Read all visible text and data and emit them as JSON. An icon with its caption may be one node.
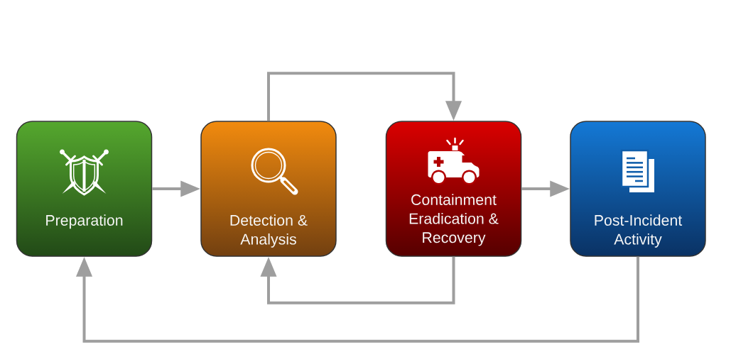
{
  "diagram": {
    "nodes": [
      {
        "text": [
          "Preparation"
        ]
      },
      {
        "text": [
          "Detection & Analysis"
        ]
      },
      {
        "text": [
          "Containment Eradication & Recovery"
        ]
      },
      {
        "text": [
          "Post-Incident Activity"
        ]
      }
    ],
    "edges": [
      {
        "from": 0,
        "to": 1,
        "arrow": "to"
      },
      {
        "from": 1,
        "to": 2,
        "arrow": "to"
      },
      {
        "from": 2,
        "to": 3,
        "arrow": "to"
      },
      {
        "from": 2,
        "to": 1,
        "arrow": "to"
      },
      {
        "from": 3,
        "to": 0,
        "arrow": "to"
      }
    ]
  }
}
